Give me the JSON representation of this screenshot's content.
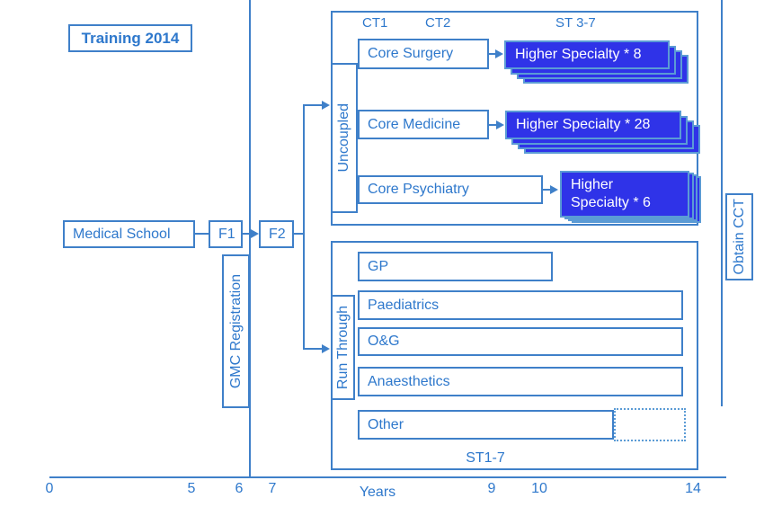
{
  "title": "Training 2014",
  "colors": {
    "outline_blue": "#3f80c9",
    "text_blue": "#2e78cc",
    "specialty_fill_blue": "#2f33e8",
    "stack_border_blue": "#5b9bd5"
  },
  "flow": {
    "medical_school": "Medical School",
    "f1": "F1",
    "f2": "F2",
    "gmc_registration": "GMC Registration",
    "obtain_cct": "Obtain CCT"
  },
  "uncoupled": {
    "label": "Uncoupled",
    "headers": [
      "CT1",
      "CT2",
      "ST 3-7"
    ],
    "rows": [
      {
        "core": "Core Surgery",
        "specialty": "Higher Specialty * 8"
      },
      {
        "core": "Core Medicine",
        "specialty": "Higher Specialty * 28"
      },
      {
        "core": "Core Psychiatry",
        "specialty": "Higher Specialty * 6"
      }
    ]
  },
  "run_through": {
    "label": "Run Through",
    "items": [
      "GP",
      "Paediatrics",
      "O&G",
      "Anaesthetics",
      "Other"
    ],
    "footer": "ST1-7"
  },
  "axis": {
    "label": "Years",
    "ticks": [
      "0",
      "5",
      "6",
      "7",
      "9",
      "10",
      "14"
    ]
  }
}
